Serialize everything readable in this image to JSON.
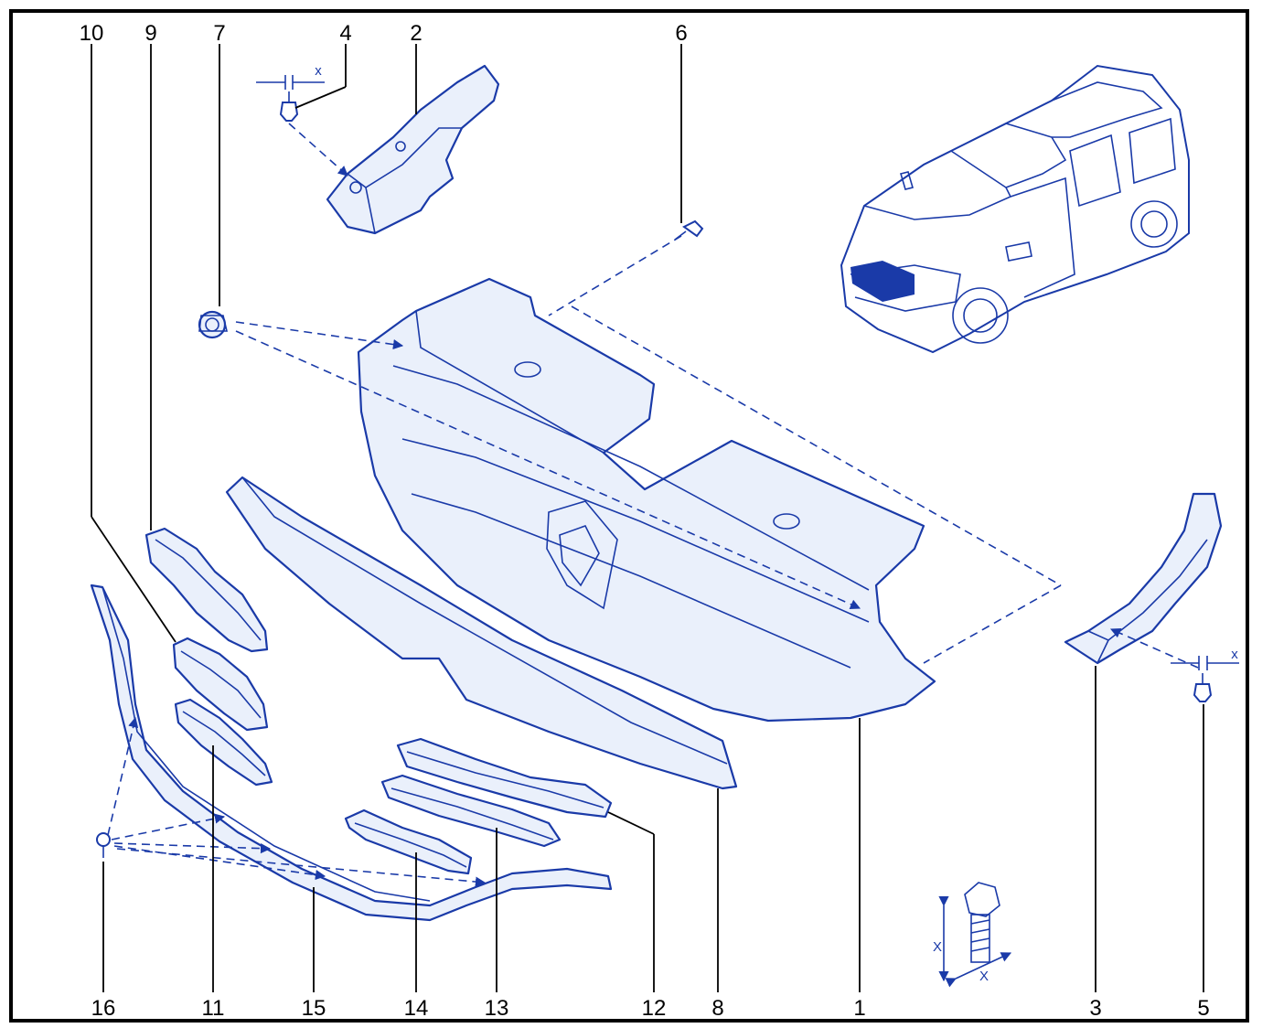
{
  "callouts": {
    "c1": "1",
    "c2": "2",
    "c3": "3",
    "c4": "4",
    "c5": "5",
    "c6": "6",
    "c7": "7",
    "c8": "8",
    "c9": "9",
    "c10": "10",
    "c11": "11",
    "c12": "12",
    "c13": "13",
    "c14": "14",
    "c15": "15",
    "c16": "16"
  },
  "dimension_labels": {
    "clip_left": "x",
    "clip_right": "x",
    "screw_height": "X",
    "screw_width": "X"
  },
  "colors": {
    "line": "#1a3aa8",
    "fill": "#eaf0fb",
    "callout_text": "#000000"
  }
}
